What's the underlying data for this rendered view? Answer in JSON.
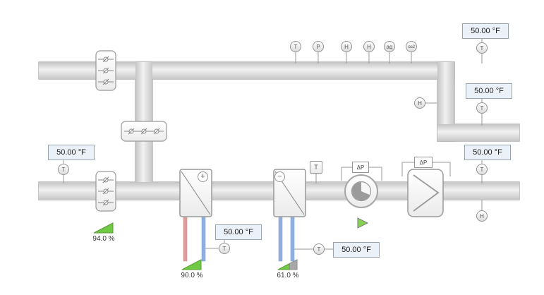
{
  "readouts": [
    {
      "value": "50.00 °F"
    },
    {
      "value": "50.00 °F"
    },
    {
      "value": "50.00 °F"
    },
    {
      "value": "50.00 °F"
    },
    {
      "value": "50.00 °F"
    },
    {
      "value": "50.00 °F"
    }
  ],
  "sensors": [
    {
      "label": "T"
    },
    {
      "label": "P"
    },
    {
      "label": "H"
    },
    {
      "label": "H"
    },
    {
      "label": "aq"
    },
    {
      "label": "co2"
    },
    {
      "label": "T"
    },
    {
      "label": "T"
    },
    {
      "label": "H"
    },
    {
      "label": "T"
    },
    {
      "label": "T"
    },
    {
      "label": "H"
    },
    {
      "label": "T"
    },
    {
      "label": "T"
    },
    {
      "label": "T"
    }
  ],
  "fan": {
    "dp_label": "ΔP"
  },
  "filter": {
    "dp_label": "ΔP"
  },
  "heating_coil": {
    "symbol": "+"
  },
  "cooling_coil": {
    "symbol": "−"
  },
  "actuators": {
    "outdoor_damper": {
      "position": "94.0 %"
    },
    "heating_valve": {
      "position": "90.0 %"
    },
    "cooling_valve": {
      "position": "61.0 %"
    }
  },
  "colors": {
    "readout_bg": "#eaf1f8",
    "readout_border": "#9aa4ad",
    "hot_pipe": "#e09c9c",
    "cold_pipe": "#8fb0e0",
    "valve_open": "#70c944",
    "valve_closed_part": "#a8a8a8",
    "run_indicator": "#86d154",
    "duct_border": "#b2b2b2"
  }
}
